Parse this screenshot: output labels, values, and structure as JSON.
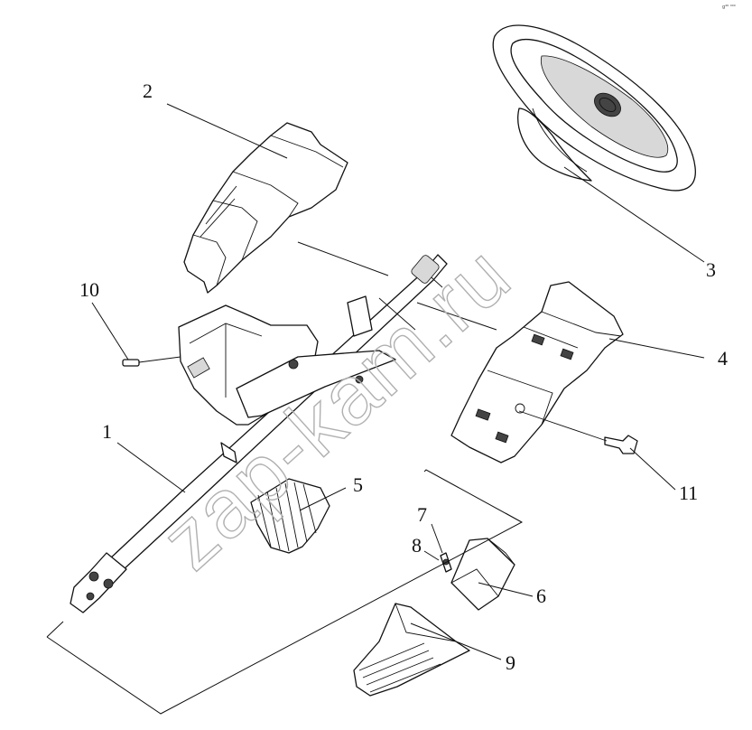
{
  "corner_mark": "g⁴⁶ ⁰⁰⁰",
  "watermark": "zap-kam.ru",
  "callouts": {
    "c1": "1",
    "c2": "2",
    "c3": "3",
    "c4": "4",
    "c5": "5",
    "c6": "6",
    "c7": "7",
    "c8": "8",
    "c9": "9",
    "c10": "10",
    "c11": "11"
  },
  "colors": {
    "line": "#111111",
    "watermark": "#b0b0b0",
    "background": "#ffffff"
  }
}
